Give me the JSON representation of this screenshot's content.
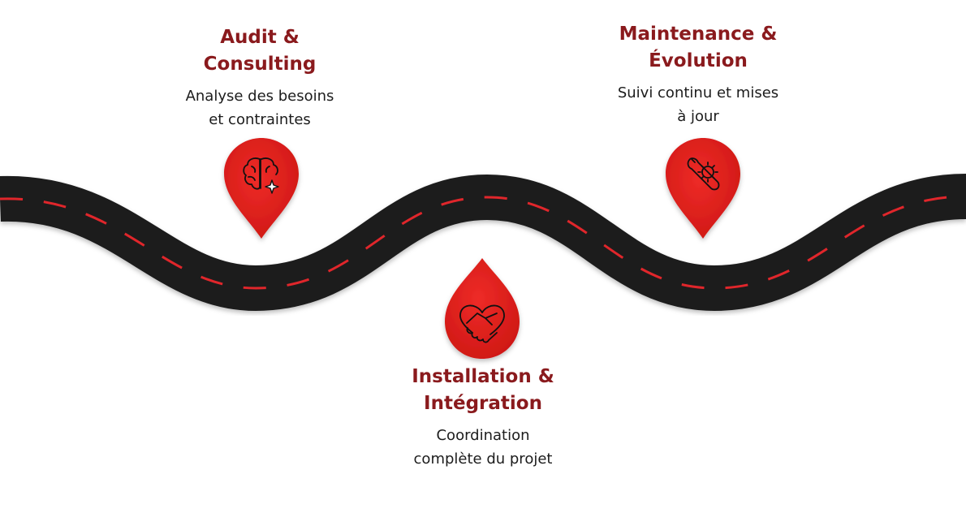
{
  "steps": [
    {
      "title": "Audit &\nConsulting",
      "description": "Analyse des besoins\net contraintes",
      "icon": "brain-sparkle-icon"
    },
    {
      "title": "Installation &\nIntégration",
      "description": "Coordination\ncomplète du projet",
      "icon": "handshake-heart-icon"
    },
    {
      "title": "Maintenance &\nÉvolution",
      "description": "Suivi continu et mises\nà jour",
      "icon": "wrench-gear-icon"
    }
  ],
  "colors": {
    "road": "#1e1e1e",
    "lane": "#e0262b",
    "pin": "#e3221f",
    "title": "#8a1a1d"
  }
}
